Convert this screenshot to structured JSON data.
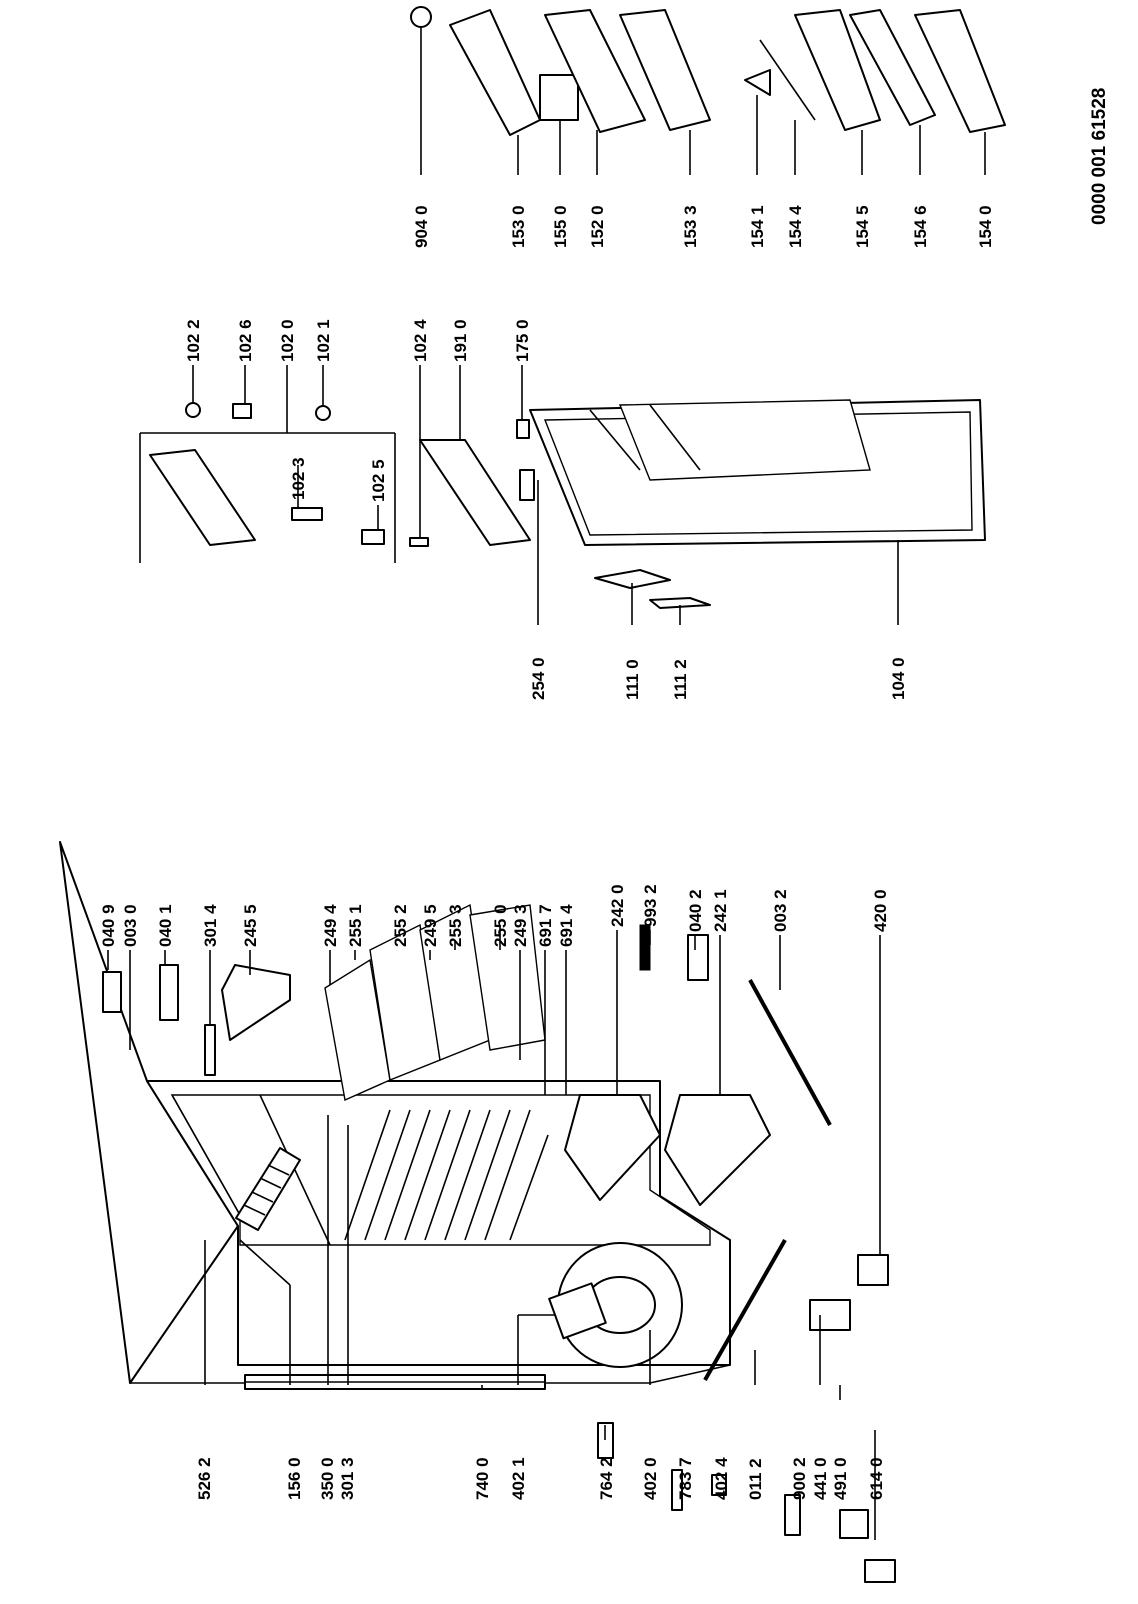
{
  "drawing_code": "0000 001 61528",
  "callouts": [
    {
      "id": "c5262",
      "label": "526 2"
    },
    {
      "id": "c1560",
      "label": "156 0"
    },
    {
      "id": "c3500",
      "label": "350 0"
    },
    {
      "id": "c3013",
      "label": "301 3"
    },
    {
      "id": "c7400",
      "label": "740 0"
    },
    {
      "id": "c4021",
      "label": "402 1"
    },
    {
      "id": "c7642",
      "label": "764 2"
    },
    {
      "id": "c4020",
      "label": "402 0"
    },
    {
      "id": "c7837",
      "label": "783 7"
    },
    {
      "id": "c4024",
      "label": "402 4"
    },
    {
      "id": "c0112",
      "label": "011 2"
    },
    {
      "id": "c9002",
      "label": "900 2"
    },
    {
      "id": "c4410",
      "label": "441 0"
    },
    {
      "id": "c4910",
      "label": "491 0"
    },
    {
      "id": "c6140",
      "label": "614 0"
    },
    {
      "id": "c0409",
      "label": "040 9"
    },
    {
      "id": "c0030",
      "label": "003 0"
    },
    {
      "id": "c0401",
      "label": "040 1"
    },
    {
      "id": "c3014",
      "label": "301 4"
    },
    {
      "id": "c2455",
      "label": "245 5"
    },
    {
      "id": "c2494",
      "label": "249 4"
    },
    {
      "id": "c2551",
      "label": "255 1"
    },
    {
      "id": "c2552",
      "label": "255 2"
    },
    {
      "id": "c2495",
      "label": "249 5"
    },
    {
      "id": "c2553",
      "label": "255 3"
    },
    {
      "id": "c2550",
      "label": "255 0"
    },
    {
      "id": "c2493",
      "label": "249 3"
    },
    {
      "id": "c6917",
      "label": "691 7"
    },
    {
      "id": "c6914",
      "label": "691 4"
    },
    {
      "id": "c2420",
      "label": "242 0"
    },
    {
      "id": "c9932",
      "label": "993 2"
    },
    {
      "id": "c0402",
      "label": "040 2"
    },
    {
      "id": "c2421",
      "label": "242 1"
    },
    {
      "id": "c0032",
      "label": "003 2"
    },
    {
      "id": "c4200",
      "label": "420 0"
    },
    {
      "id": "c2540",
      "label": "254 0"
    },
    {
      "id": "c1110",
      "label": "111 0"
    },
    {
      "id": "c1112",
      "label": "111 2"
    },
    {
      "id": "c1040",
      "label": "104 0"
    },
    {
      "id": "c1022",
      "label": "102 2"
    },
    {
      "id": "c1026",
      "label": "102 6"
    },
    {
      "id": "c1020",
      "label": "102 0"
    },
    {
      "id": "c1021",
      "label": "102 1"
    },
    {
      "id": "c1023",
      "label": "102 3"
    },
    {
      "id": "c1025",
      "label": "102 5"
    },
    {
      "id": "c1024",
      "label": "102 4"
    },
    {
      "id": "c1910",
      "label": "191 0"
    },
    {
      "id": "c1750",
      "label": "175 0"
    },
    {
      "id": "c9040",
      "label": "904 0"
    },
    {
      "id": "c1530",
      "label": "153 0"
    },
    {
      "id": "c1550",
      "label": "155 0"
    },
    {
      "id": "c1520",
      "label": "152 0"
    },
    {
      "id": "c1533",
      "label": "153 3"
    },
    {
      "id": "c1541",
      "label": "154 1"
    },
    {
      "id": "c1544",
      "label": "154 4"
    },
    {
      "id": "c1545",
      "label": "154 5"
    },
    {
      "id": "c1546",
      "label": "154 6"
    },
    {
      "id": "c1540",
      "label": "154 0"
    }
  ]
}
